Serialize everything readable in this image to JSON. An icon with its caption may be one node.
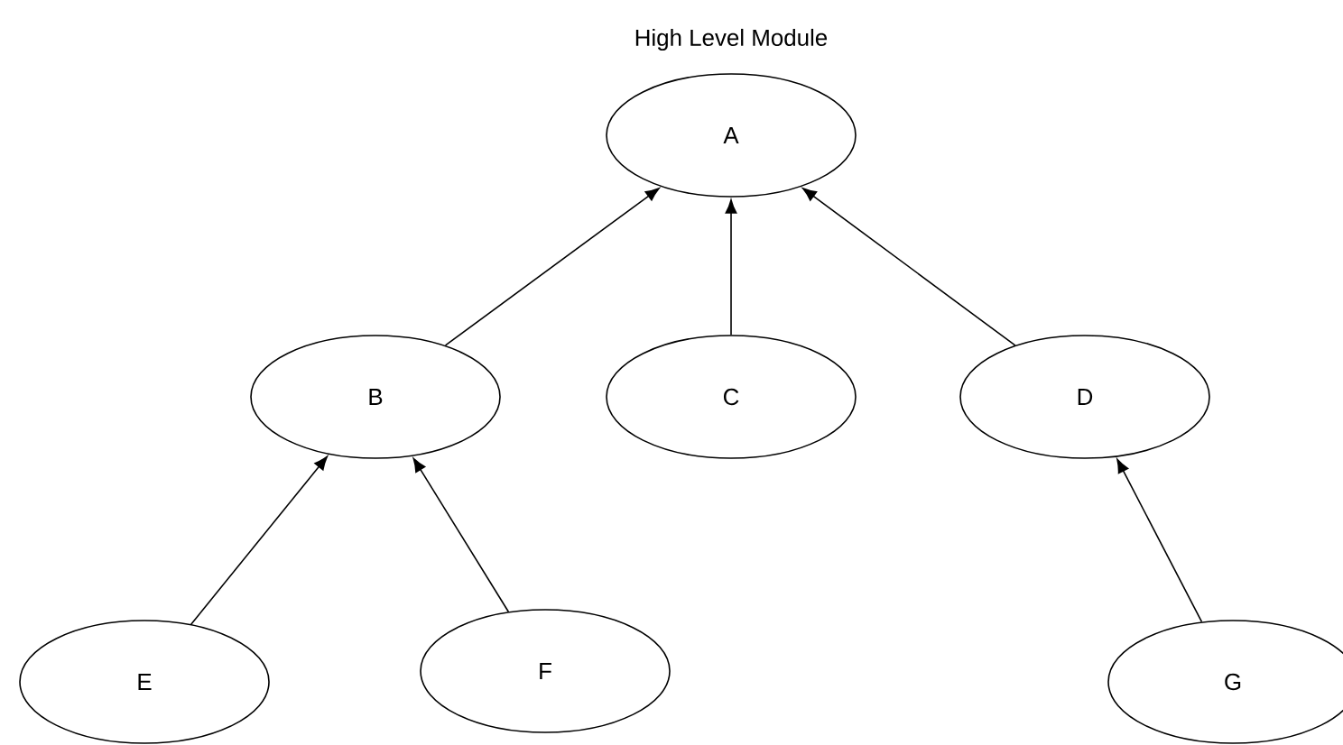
{
  "diagram": {
    "title": "High Level Module",
    "nodes": [
      {
        "text": [
          "A"
        ]
      },
      {
        "text": [
          "B"
        ]
      },
      {
        "text": [
          "C"
        ]
      },
      {
        "text": [
          "D"
        ]
      },
      {
        "text": [
          "E"
        ]
      },
      {
        "text": [
          "F"
        ]
      },
      {
        "text": [
          "G"
        ]
      }
    ],
    "edges": [
      {
        "from": 1,
        "to": 0,
        "arrow": "to"
      },
      {
        "from": 2,
        "to": 0,
        "arrow": "to"
      },
      {
        "from": 3,
        "to": 0,
        "arrow": "to"
      },
      {
        "from": 4,
        "to": 1,
        "arrow": "to"
      },
      {
        "from": 5,
        "to": 1,
        "arrow": "to"
      },
      {
        "from": 6,
        "to": 3,
        "arrow": "to"
      }
    ]
  }
}
